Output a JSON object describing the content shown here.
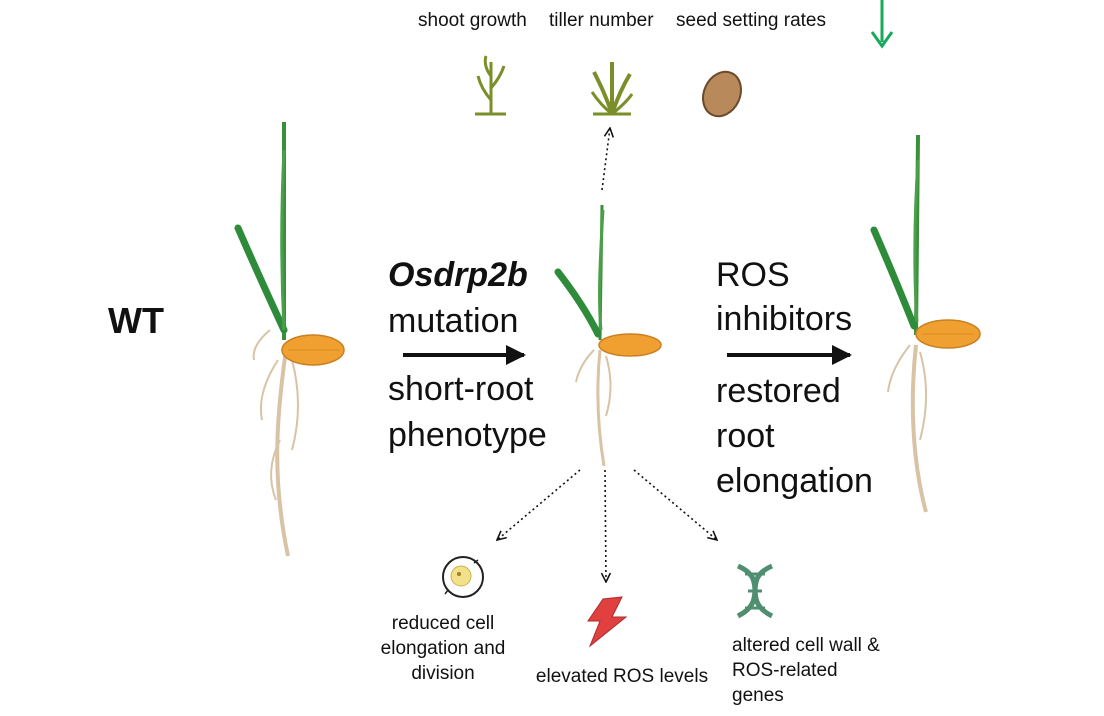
{
  "top_effects": {
    "shoot": "shoot growth",
    "tiller": "tiller number",
    "seed": "seed setting rates"
  },
  "wt_label": "WT",
  "mutant_step": {
    "gene": "Osdrp2b",
    "mutation": "mutation",
    "phenotype_line1": "short-root",
    "phenotype_line2": "phenotype"
  },
  "treatment_step": {
    "line1": "ROS",
    "line2": "inhibitors",
    "result_line1": "restored",
    "result_line2": "root",
    "result_line3": "elongation"
  },
  "bottom_effects": {
    "cell_line1": "reduced cell",
    "cell_line2": "elongation and",
    "cell_line3": "division",
    "ros": "elevated ROS levels",
    "genes_line1": "altered cell wall &",
    "genes_line2": "ROS-related",
    "genes_line3": "genes"
  },
  "colors": {
    "leaf_green": "#2e8b3a",
    "seed_orange": "#f0a030",
    "root_tan": "#d8c3a5",
    "tiller_olive": "#7a8f2a",
    "seed_brown": "#b8895a",
    "lightning_red": "#e04040",
    "dna_green": "#4f8f6f",
    "down_arrow_green": "#1aa85a"
  }
}
